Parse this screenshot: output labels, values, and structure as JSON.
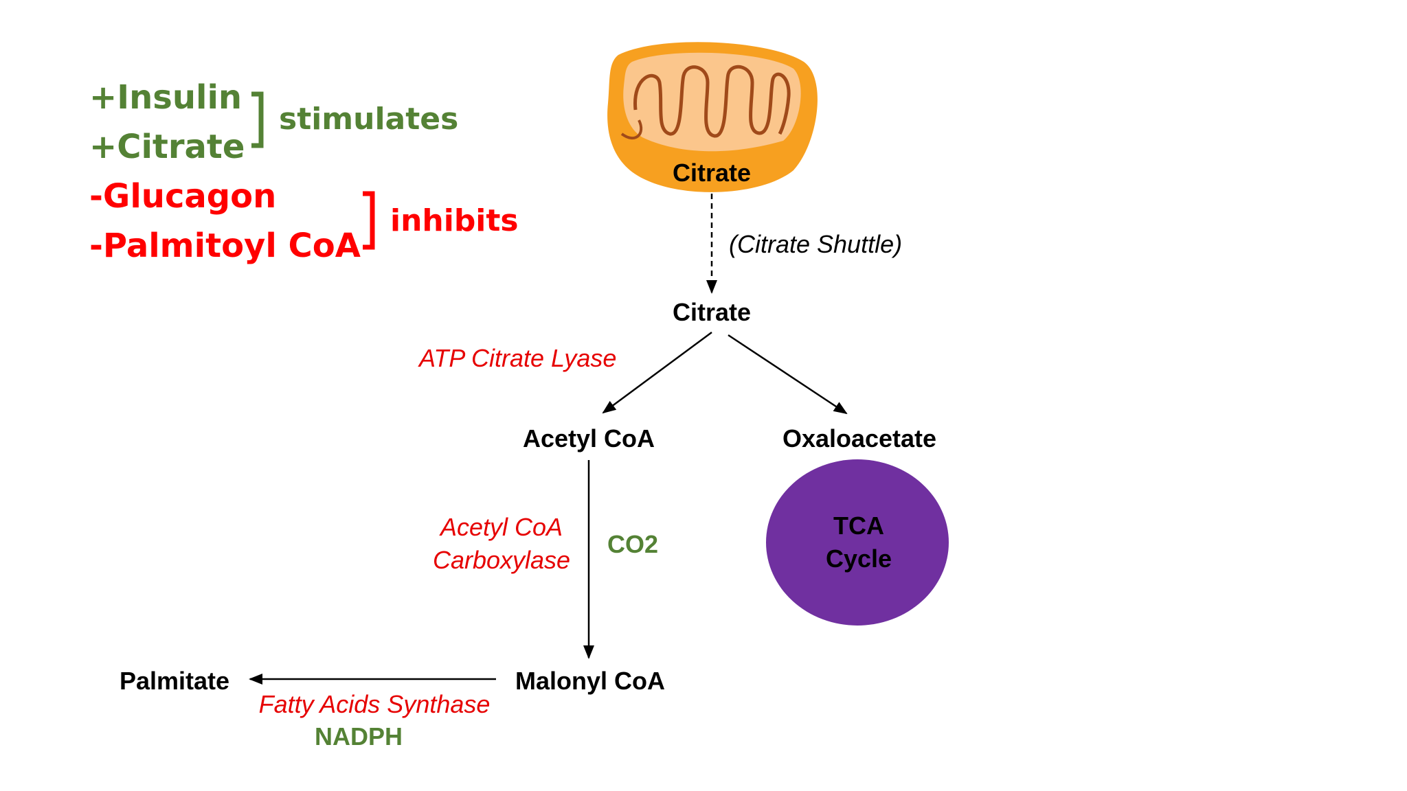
{
  "regulation": {
    "stimulators": [
      "+Insulin",
      "+Citrate"
    ],
    "stimulates_label": "stimulates",
    "inhibitors": [
      "-Glucagon",
      "-Palmitoyl CoA"
    ],
    "inhibits_label": "inhibits"
  },
  "pathway": {
    "mito_citrate": "Citrate",
    "shuttle_label": "(Citrate Shuttle)",
    "cytosol_citrate": "Citrate",
    "atp_citrate_lyase": "ATP Citrate Lyase",
    "acetyl_coa": "Acetyl CoA",
    "oxaloacetate": "Oxaloacetate",
    "tca_cycle": [
      "TCA",
      "Cycle"
    ],
    "acc_enzyme": [
      "Acetyl CoA",
      "Carboxylase"
    ],
    "co2": "CO2",
    "malonyl_coa": "Malonyl CoA",
    "palmitate": "Palmitate",
    "fas_enzyme": "Fatty Acids Synthase",
    "nadph": "NADPH"
  },
  "colors": {
    "stimulate": "#548235",
    "inhibit": "#ff0000",
    "mitochondrion_outer": "#f7a020",
    "mitochondrion_inner": "#fbc68c",
    "mitochondrion_cristae": "#a04a1a",
    "tca_fill": "#7030a0"
  }
}
